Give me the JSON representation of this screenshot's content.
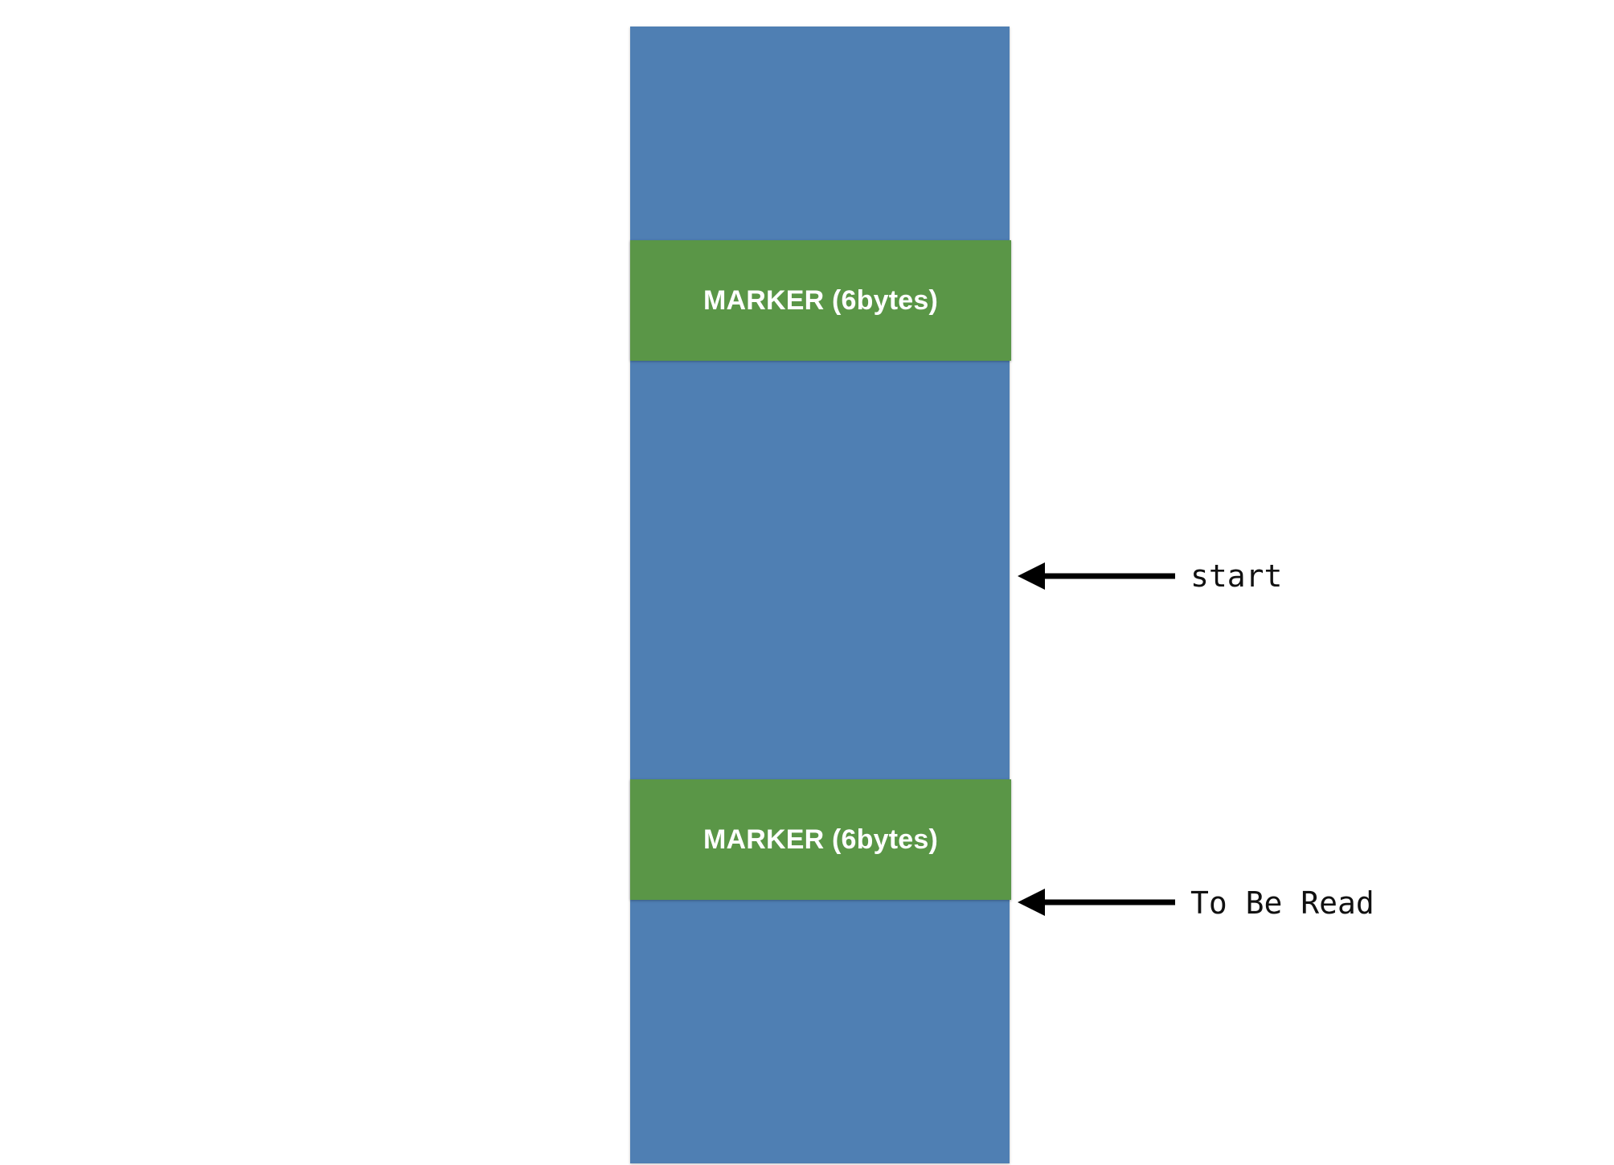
{
  "diagram": {
    "blocks": [
      {
        "label": "MARKER (6bytes)"
      },
      {
        "label": "MARKER (6bytes)"
      }
    ],
    "pointers": [
      {
        "label": "start"
      },
      {
        "label": "To Be Read"
      }
    ],
    "colors": {
      "buffer": "#4f7fb3",
      "marker": "#5a9647",
      "marker_text": "#ffffff",
      "arrow": "#000000"
    }
  }
}
